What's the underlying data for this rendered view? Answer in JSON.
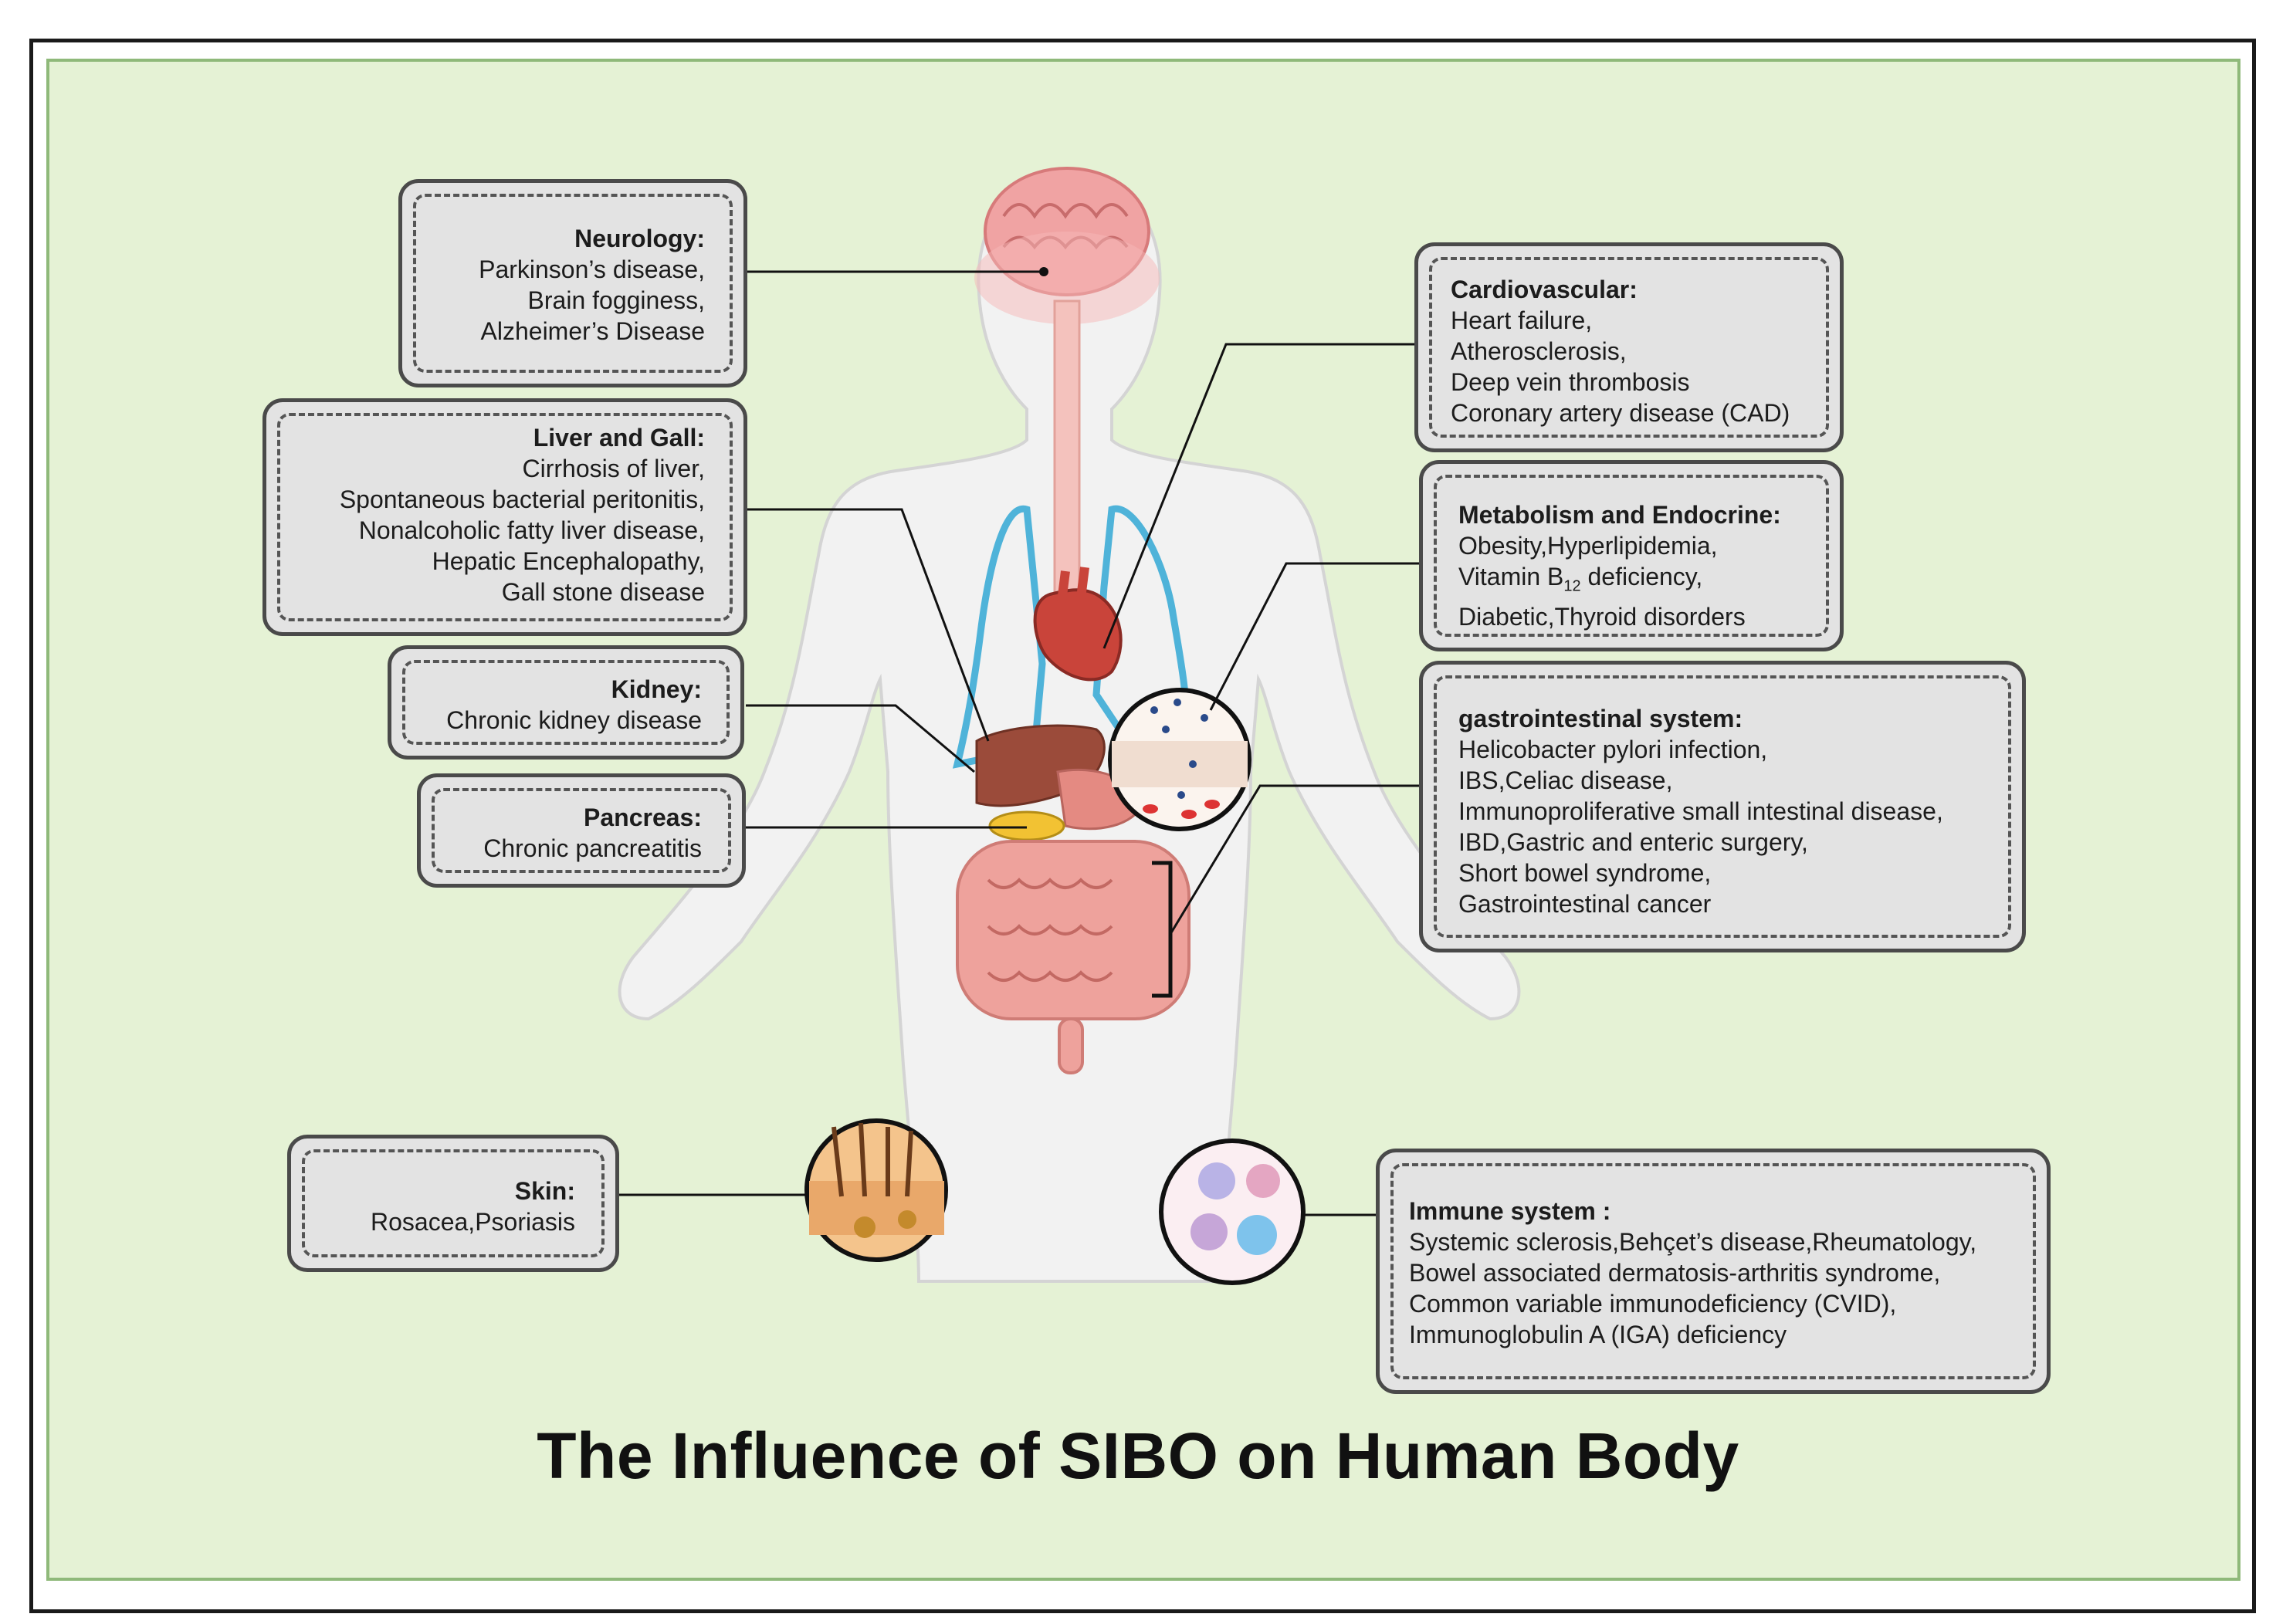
{
  "title": "The Influence of SIBO on Human Body",
  "boxes": {
    "neurology": {
      "title": "Neurology:",
      "lines": [
        "Parkinson’s disease,",
        "Brain fogginess,",
        "Alzheimer’s Disease"
      ]
    },
    "liver": {
      "title": "Liver and Gall:",
      "lines": [
        "Cirrhosis of liver,",
        "Spontaneous bacterial peritonitis,",
        "Nonalcoholic fatty liver disease,",
        "Hepatic Encephalopathy,",
        "Gall stone disease"
      ]
    },
    "kidney": {
      "title": "Kidney:",
      "lines": [
        "Chronic kidney disease"
      ]
    },
    "pancreas": {
      "title": "Pancreas:",
      "lines": [
        "Chronic pancreatitis"
      ]
    },
    "skin": {
      "title": "Skin:",
      "lines": [
        "Rosacea,Psoriasis"
      ]
    },
    "cardio": {
      "title": "Cardiovascular:",
      "lines": [
        "Heart failure,",
        "Atherosclerosis,",
        "Deep vein thrombosis",
        "Coronary artery disease (CAD)"
      ]
    },
    "metabolism": {
      "title": "Metabolism and  Endocrine:",
      "lines": [
        "Obesity,Hyperlipidemia,",
        "Vitamin B",
        "Diabetic,Thyroid disorders"
      ],
      "b12_sub": "12",
      "b12_rest": " deficiency,"
    },
    "gi": {
      "title": "gastrointestinal system:",
      "lines": [
        "Helicobacter pylori infection,",
        "IBS,Celiac disease,",
        "Immunoproliferative small intestinal disease,",
        "IBD,Gastric and enteric surgery,",
        "Short bowel syndrome,",
        "Gastrointestinal cancer"
      ]
    },
    "immune": {
      "title": "Immune system :",
      "lines": [
        "Systemic sclerosis,Behçet’s disease,Rheumatology,",
        "Bowel associated dermatosis-arthritis syndrome,",
        "Common variable immunodeficiency (CVID),",
        "Immunoglobulin A (IGA) deficiency"
      ]
    }
  },
  "colors": {
    "background": "#e5f2d5",
    "panel_border": "#8fb97a",
    "box_fill": "#e3e3e3",
    "body": "#f2f2f2",
    "lungs": "#4fb3d9",
    "organs": "#e8908a"
  }
}
